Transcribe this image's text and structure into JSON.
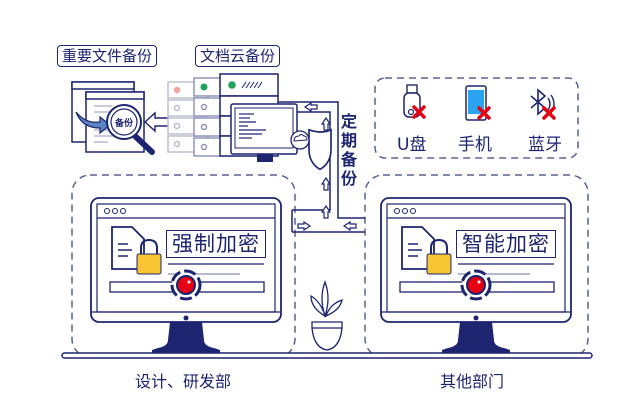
{
  "labels": {
    "important_backup": "重要文件备份",
    "cloud_backup": "文档云备份",
    "magnifier_text": "备份",
    "scheduled_backup": "定期备份"
  },
  "devices": [
    {
      "label": "U盘",
      "icon": "usb-drive-icon",
      "status": "blocked"
    },
    {
      "label": "手机",
      "icon": "phone-icon",
      "status": "blocked"
    },
    {
      "label": "蓝牙",
      "icon": "bluetooth-icon",
      "status": "blocked"
    }
  ],
  "computers": [
    {
      "encryption": "强制加密",
      "department": "设计、研发部"
    },
    {
      "encryption": "智能加密",
      "department": "其他部门"
    }
  ],
  "colors": {
    "navy": "#1d2470",
    "red": "#e60012",
    "yellow": "#f7c531",
    "blue": "#2aa3f0",
    "green": "#1fa35c",
    "gray": "#b8bccb",
    "dash": "#5a6197"
  }
}
